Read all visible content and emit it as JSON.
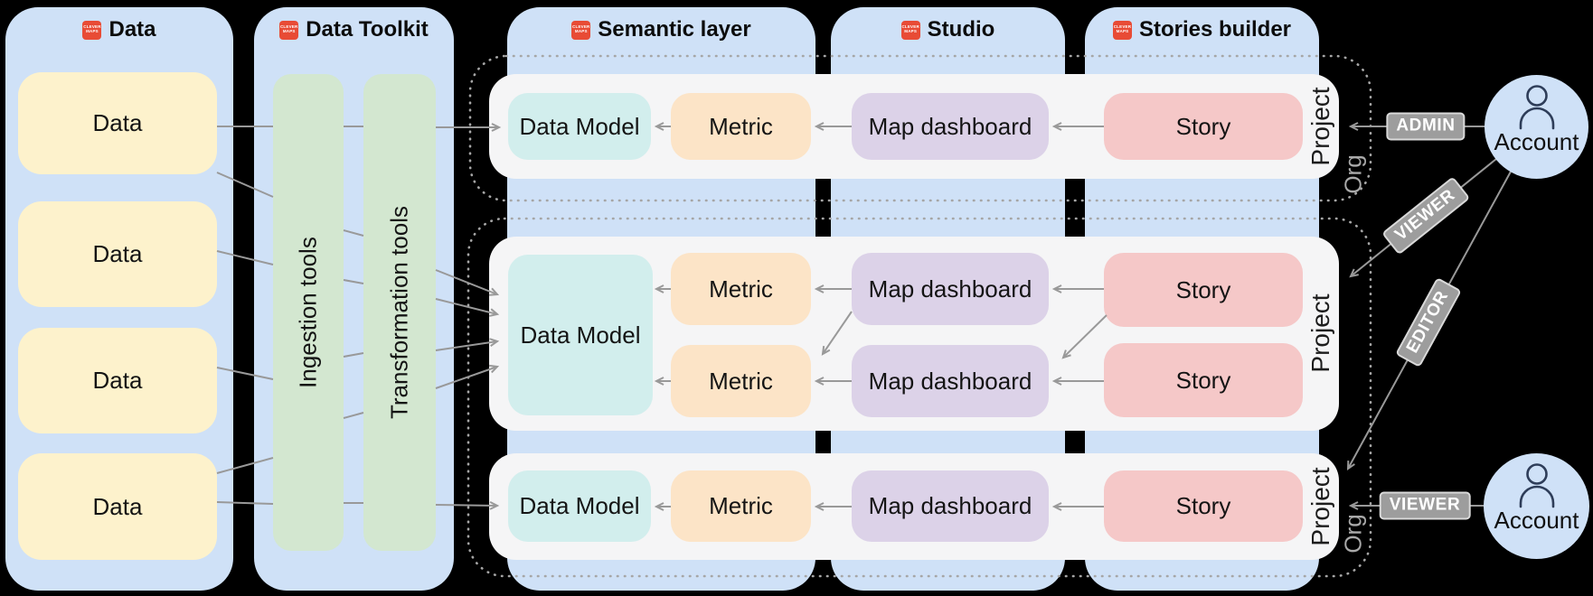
{
  "brand": {
    "line1": "CLEVER",
    "line2": "MAPS"
  },
  "columns": {
    "data": {
      "title": "Data"
    },
    "toolkit": {
      "title": "Data Toolkit"
    },
    "semantic": {
      "title": "Semantic layer"
    },
    "studio": {
      "title": "Studio"
    },
    "stories": {
      "title": "Stories builder"
    }
  },
  "nodes": {
    "data": "Data",
    "ingestion": "Ingestion tools",
    "transformation": "Transformation tools",
    "data_model": "Data Model",
    "metric": "Metric",
    "map_dashboard": "Map dashboard",
    "story": "Story",
    "account": "Account"
  },
  "labels": {
    "project": "Project",
    "org": "Org"
  },
  "roles": {
    "admin": "ADMIN",
    "viewer_top": "VIEWER",
    "editor": "EDITOR",
    "viewer_bottom": "VIEWER"
  },
  "colors": {
    "column_blue": "#cfe1f7",
    "data_yellow": "#fdf2cc",
    "tools_green": "#d3e7d0",
    "project_white": "#f5f5f6",
    "data_model_teal": "#d2eeed",
    "metric_orange": "#fce4c7",
    "map_purple": "#dcd2e8",
    "story_pink": "#f5c8c8",
    "connector_gray": "#999999",
    "badge_gray": "#9d9d9d",
    "logo_red": "#e84b35"
  }
}
